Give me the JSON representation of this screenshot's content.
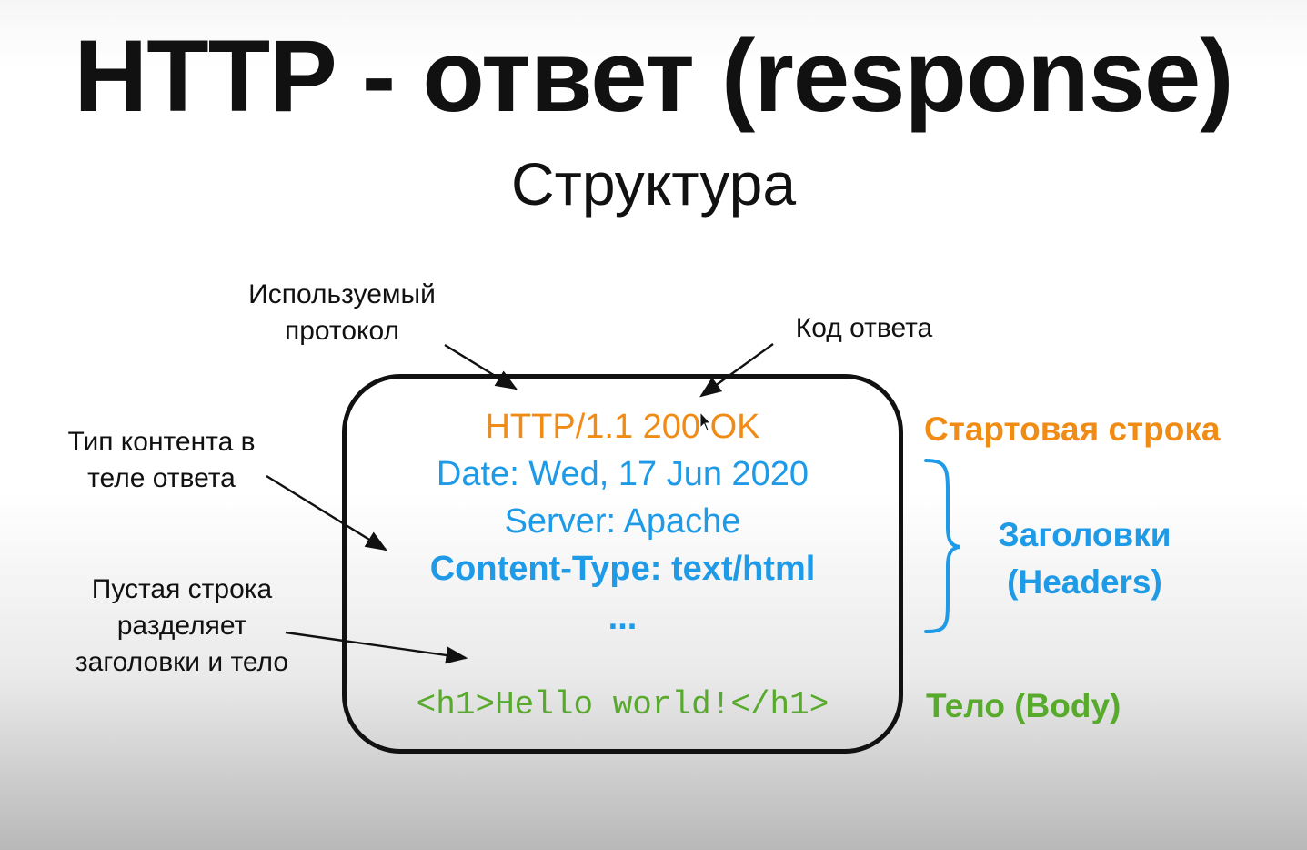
{
  "slide": {
    "title": "HTTP - ответ (response)",
    "subtitle": "Структура"
  },
  "annotations": {
    "protocol": [
      "Используемый",
      "протокол"
    ],
    "status_code": "Код ответа",
    "content_type": [
      "Тип контента в",
      "теле ответа"
    ],
    "empty_line": [
      "Пустая строка",
      "разделяет",
      "заголовки и тело"
    ]
  },
  "response": {
    "start_line": "HTTP/1.1 200 OK",
    "headers": [
      "Date: Wed, 17 Jun 2020",
      "Server: Apache",
      "Content-Type: text/html",
      "..."
    ],
    "body": "<h1>Hello world!</h1>"
  },
  "labels": {
    "start_line": "Стартовая строка",
    "headers": [
      "Заголовки",
      "(Headers)"
    ],
    "body": "Тело (Body)"
  },
  "colors": {
    "start_line": "#f08c16",
    "headers": "#1e9ae6",
    "body": "#58aa2c",
    "text": "#111111"
  }
}
